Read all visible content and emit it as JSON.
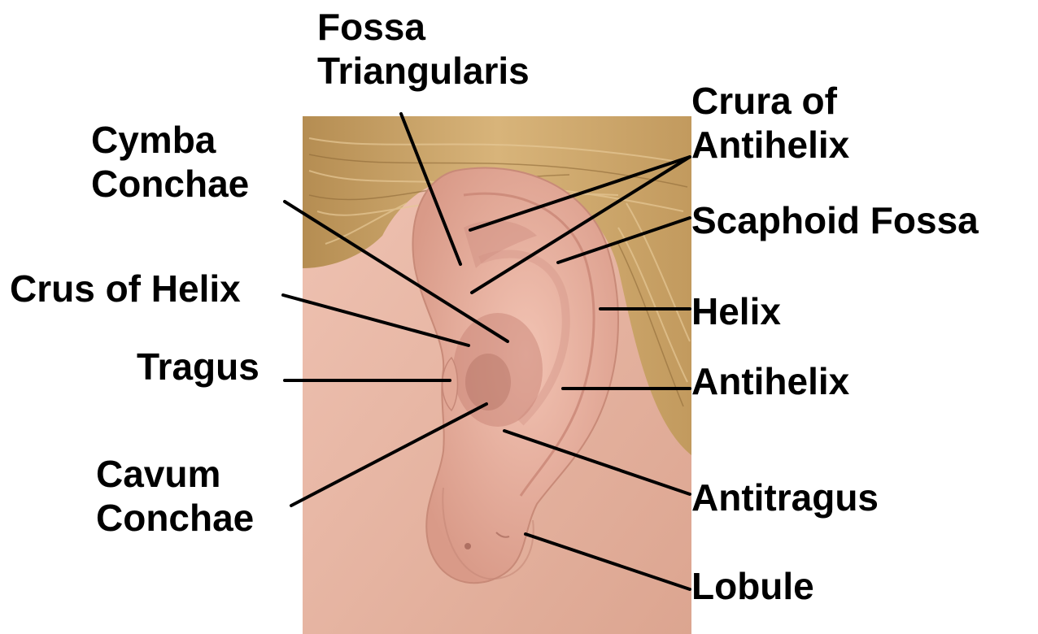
{
  "diagram": {
    "colors": {
      "background": "#ffffff",
      "label_text": "#000000",
      "leader_line": "#000000",
      "skin": "#e8b4a2",
      "hair": "#c9a266"
    },
    "labels": {
      "fossa_triangularis": [
        "Fossa",
        "Triangularis"
      ],
      "crura_of_antihelix": [
        "Crura of",
        "Antihelix"
      ],
      "cymba_conchae": [
        "Cymba",
        "Conchae"
      ],
      "scaphoid_fossa": "Scaphoid Fossa",
      "crus_of_helix": "Crus of Helix",
      "helix": "Helix",
      "tragus": "Tragus",
      "antihelix": "Antihelix",
      "cavum_conchae": [
        "Cavum",
        "Conchae"
      ],
      "antitragus": "Antitragus",
      "lobule": "Lobule"
    }
  }
}
